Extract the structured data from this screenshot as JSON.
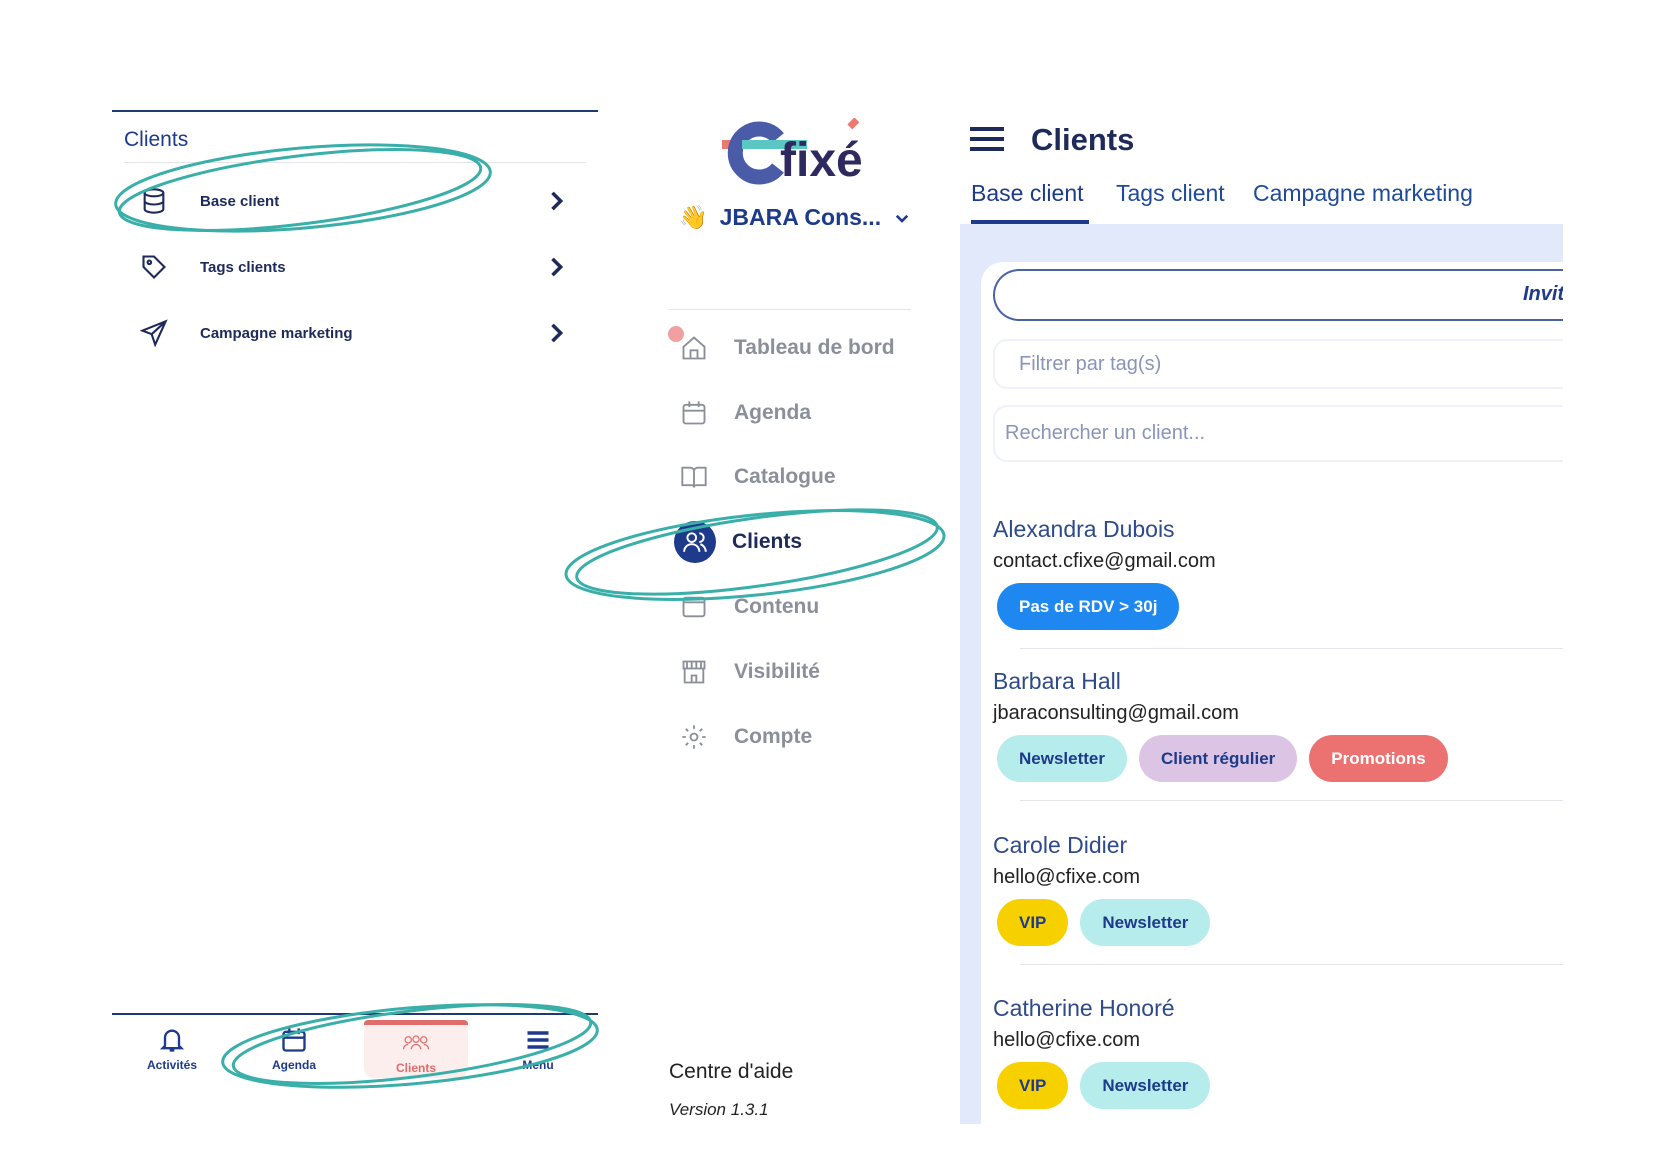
{
  "left_panel": {
    "title": "Clients",
    "items": [
      {
        "label": "Base client",
        "icon": "database-icon"
      },
      {
        "label": "Tags clients",
        "icon": "tag-icon"
      },
      {
        "label": "Campagne marketing",
        "icon": "send-icon"
      }
    ]
  },
  "bottom_nav": {
    "items": [
      {
        "label": "Activités",
        "icon": "bell-icon"
      },
      {
        "label": "Agenda",
        "icon": "calendar-icon"
      },
      {
        "label": "Clients",
        "icon": "users-icon"
      },
      {
        "label": "Menu",
        "icon": "menu-icon"
      }
    ],
    "active": "Clients"
  },
  "sidebar": {
    "org": "JBARA Cons...",
    "org_emoji": "👋",
    "items": [
      {
        "label": "Tableau de bord"
      },
      {
        "label": "Agenda"
      },
      {
        "label": "Catalogue"
      },
      {
        "label": "Clients"
      },
      {
        "label": "Contenu"
      },
      {
        "label": "Visibilité"
      },
      {
        "label": "Compte"
      }
    ],
    "help": "Centre d'aide",
    "version": "Version 1.3.1"
  },
  "main": {
    "title": "Clients",
    "tabs": [
      "Base client",
      "Tags client",
      "Campagne marketing"
    ],
    "invite_label": "Invit",
    "filter_placeholder": "Filtrer par tag(s)",
    "search_placeholder": "Rechercher un client...",
    "clients": [
      {
        "name": "Alexandra Dubois",
        "email": "contact.cfixe@gmail.com",
        "tags": [
          {
            "label": "Pas de RDV > 30j",
            "bg": "#1e88f0",
            "fg": "#ffffff"
          }
        ]
      },
      {
        "name": "Barbara Hall",
        "email": "jbaraconsulting@gmail.com",
        "tags": [
          {
            "label": "Newsletter",
            "bg": "#b6ecec",
            "fg": "#1e3a8a"
          },
          {
            "label": "Client régulier",
            "bg": "#dcc4e4",
            "fg": "#1e3a8a"
          },
          {
            "label": "Promotions",
            "bg": "#ec7272",
            "fg": "#ffffff"
          }
        ]
      },
      {
        "name": "Carole Didier",
        "email": "hello@cfixe.com",
        "tags": [
          {
            "label": "VIP",
            "bg": "#f7d000",
            "fg": "#1e3a8a"
          },
          {
            "label": "Newsletter",
            "bg": "#b6ecec",
            "fg": "#1e3a8a"
          }
        ]
      },
      {
        "name": "Catherine Honoré",
        "email": "hello@cfixe.com",
        "tags": [
          {
            "label": "VIP",
            "bg": "#f7d000",
            "fg": "#1e3a8a"
          },
          {
            "label": "Newsletter",
            "bg": "#b6ecec",
            "fg": "#1e3a8a"
          }
        ]
      }
    ]
  },
  "colors": {
    "annotation": "#3aafa9",
    "primary": "#1e3a8a",
    "active_red": "#e06c6c"
  }
}
